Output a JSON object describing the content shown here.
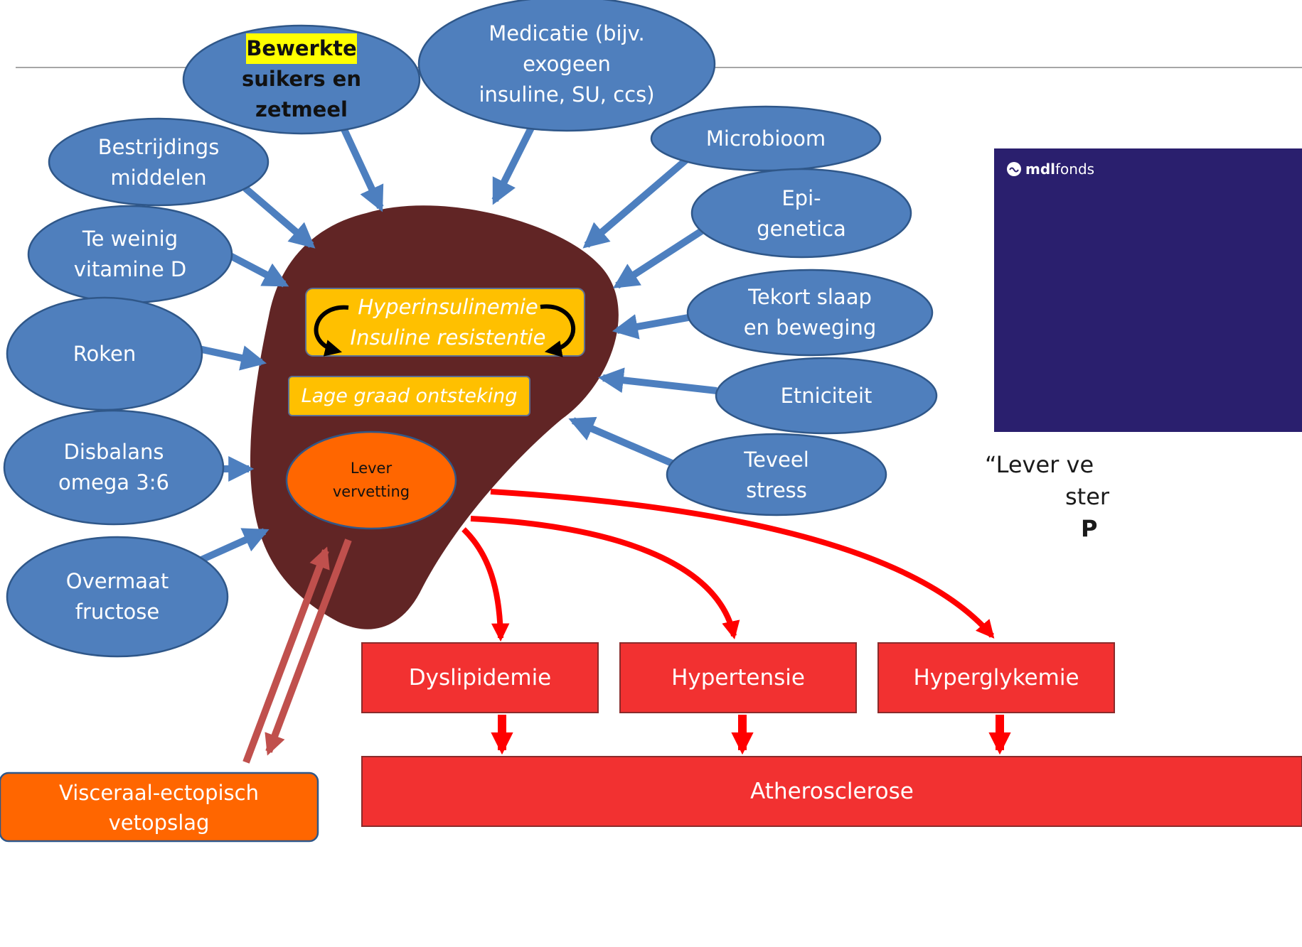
{
  "colors": {
    "liver": "#612525",
    "blue_node": "#4f7fbd",
    "blue_border": "#2f5789",
    "blue_arrow": "#4d7fbf",
    "red_box": "#f23131",
    "red_arrow": "#ff0000",
    "orange": "#ff6600",
    "gold": "#ffc000",
    "visceral_arrow": "#c0504d",
    "photo_bg": "#2a1f6e"
  },
  "factors": {
    "bewerkte_highlight": "Bewerkte",
    "bewerkte_rest": "suikers en\nzetmeel",
    "medicatie": "Medicatie (bijv.\nexogeen\ninsuline, SU, ccs)",
    "bestrijdings": "Bestrijdings\nmiddelen",
    "vitamine": "Te weinig\nvitamine D",
    "roken": "Roken",
    "disbalans": "Disbalans\nomega 3:6",
    "overmaat": "Overmaat\nfructose",
    "microbioom": "Microbioom",
    "epigenetica": "Epi-\ngenetica",
    "slaap": "Tekort slaap\nen beweging",
    "etniciteit": "Etniciteit",
    "stress": "Teveel\nstress"
  },
  "liver": {
    "cycle": "Hyperinsulinemie\nInsuline resistentie",
    "inflammation": "Lage graad ontsteking",
    "fatty": "Lever\nvervetting"
  },
  "visceral": "Visceraal-ectopisch\nvetopslag",
  "outcomes": {
    "dyslipidemie": "Dyslipidemie",
    "hypertensie": "Hypertensie",
    "hyperglykemie": "Hyperglykemie",
    "atherosclerose": "Atherosclerose"
  },
  "photo": {
    "logo_bold": "mdl",
    "logo_rest": "fonds"
  },
  "quote": {
    "line1": "“Lever ve",
    "line2": "ster",
    "line3": "P"
  }
}
